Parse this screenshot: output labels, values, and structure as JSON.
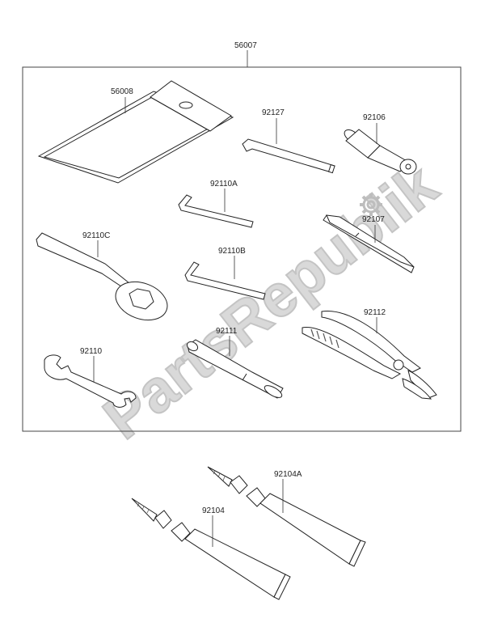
{
  "diagram": {
    "kit_label": "56007",
    "watermark_text": "PartsRepublik",
    "parts": {
      "tool_bag": "56008",
      "hex_key_large": "92127",
      "plug_handle": "92106",
      "hex_key_a": "92110A",
      "screwdriver": "92107",
      "box_wrench": "92110C",
      "hex_key_b": "92110B",
      "pliers": "92112",
      "bar_handle": "92111",
      "open_wrench": "92110",
      "tube_a": "92104A",
      "tube_b": "92104"
    }
  }
}
